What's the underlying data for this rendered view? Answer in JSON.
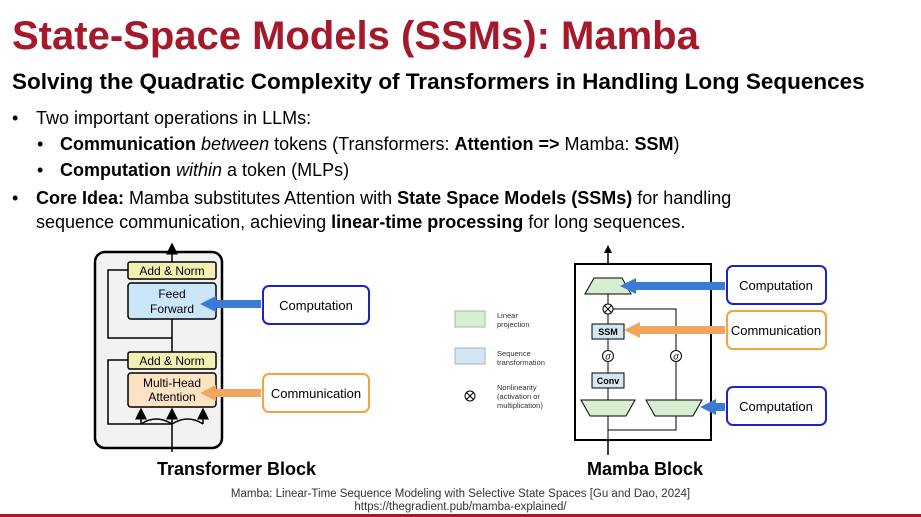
{
  "slide": {
    "title": "State-Space Models (SSMs): Mamba",
    "subtitle": "Solving the Quadratic Complexity of Transformers in Handling Long Sequences"
  },
  "bullets": {
    "b1": "Two important operations in LLMs:",
    "b1a": {
      "bold1": "Communication",
      "ital": "between",
      "mid": " tokens (Transformers: ",
      "bold2": "Attention =>",
      "mid2": " Mamba: ",
      "bold3": "SSM",
      "end": ")"
    },
    "b1b": {
      "bold": "Computation",
      "ital": "within",
      "end": " a token (MLPs)"
    },
    "b2": {
      "bold1": "Core Idea:",
      "t1": " Mamba substitutes Attention with ",
      "bold2": "State Space Models (SSMs)",
      "t2": " for handling",
      "t3": "sequence communication, achieving ",
      "bold3": "linear-time processing",
      "t4": " for long sequences."
    }
  },
  "transformer": {
    "add_norm": "Add & Norm",
    "ff1": "Feed",
    "ff2": "Forward",
    "mha1": "Multi-Head",
    "mha2": "Attention",
    "computation": "Computation",
    "communication": "Communication",
    "caption": "Transformer Block"
  },
  "legend": {
    "lin1": "Linear",
    "lin2": "projection",
    "seq1": "Sequence",
    "seq2": "transformation",
    "non1": "Nonlinearity",
    "non2": "(activation or",
    "non3": "multiplication)"
  },
  "mamba": {
    "ssm": "SSM",
    "conv": "Conv",
    "sigma": "σ",
    "otimes": "⊗",
    "computation_top": "Computation",
    "communication": "Communication",
    "computation_bottom": "Computation",
    "caption": "Mamba Block"
  },
  "reference": {
    "line1": "Mamba: Linear-Time Sequence Modeling with Selective State Spaces [Gu and Dao, 2024]",
    "line2": "https://thegradient.pub/mamba-explained/"
  },
  "colors": {
    "accent": "#a5192b",
    "blue_arrow": "#3a7bd5",
    "orange_arrow": "#f2a55c",
    "box_border_blue": "#1f22c4",
    "box_border_orange": "#f2a440"
  }
}
